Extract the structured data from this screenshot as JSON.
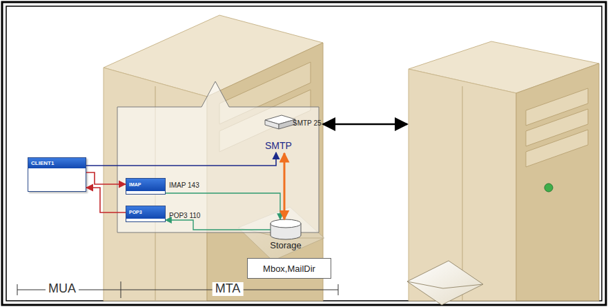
{
  "diagram": {
    "nodes": [
      {
        "text": [
          "SMTP"
        ]
      },
      {
        "text": [
          "CLIENT1"
        ]
      },
      {
        "text": [
          "IMAP"
        ]
      },
      {
        "text": [
          "POP3"
        ]
      },
      {
        "text": [
          "Storage"
        ]
      },
      {
        "text": [
          "Mbox,MailDir"
        ]
      }
    ],
    "edges": [
      {
        "from": 1,
        "to": 0,
        "arrow": "to"
      },
      {
        "from": 1,
        "to": 2,
        "arrow": "to"
      },
      {
        "from": 3,
        "to": 1,
        "arrow": "to"
      },
      {
        "from": 2,
        "to": 4,
        "arrow": "to"
      },
      {
        "from": 4,
        "to": 3,
        "arrow": "to"
      },
      {
        "from": 0,
        "to": 4,
        "arrow": "both"
      }
    ],
    "labels": [
      "SMTP 25",
      "IMAP 143",
      "POP3 110",
      "MUA",
      "MTA"
    ]
  }
}
